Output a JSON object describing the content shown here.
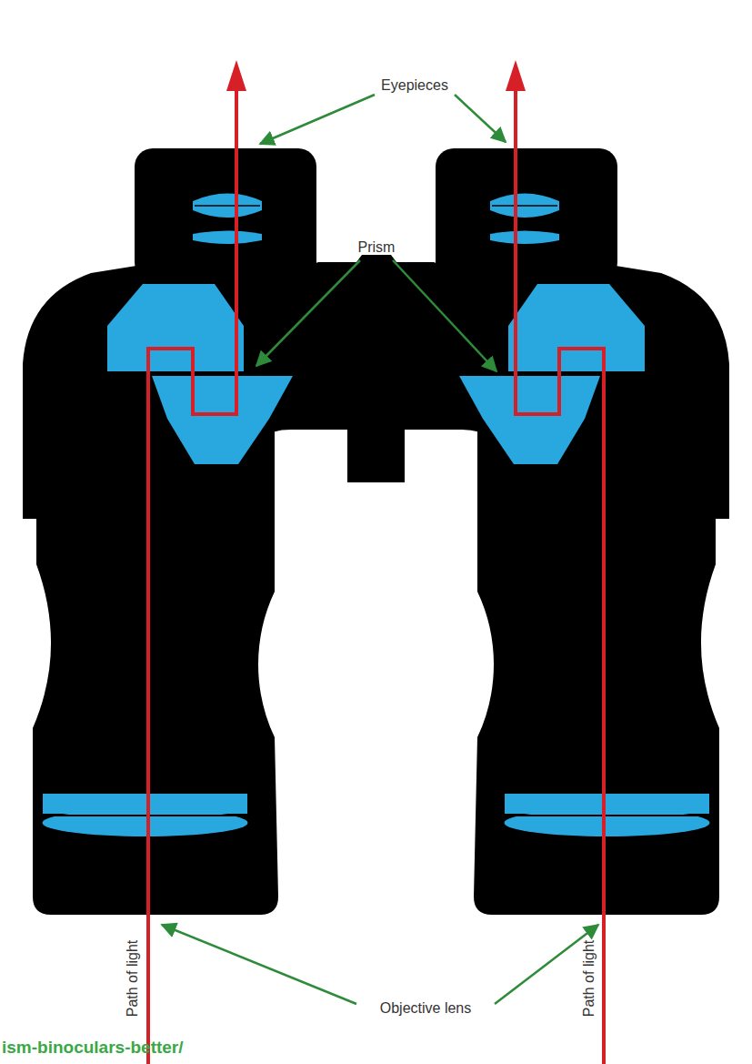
{
  "diagram": {
    "labels": [
      "Eyepieces",
      "Prism",
      "Objective lens",
      "Path of light",
      "Path of light",
      "ism-binoculars-better/"
    ]
  }
}
